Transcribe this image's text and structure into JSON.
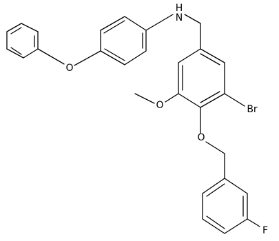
{
  "molecule": {
    "atoms": {
      "nitrogen": "N",
      "hydrogen": "H",
      "oxygen_phenoxy": "O",
      "oxygen_methoxy": "O",
      "oxygen_benzyloxy": "O",
      "bromine": "Br",
      "fluorine": "F"
    },
    "colors": {
      "bond": "#000000",
      "label": "#000000",
      "background": "#ffffff"
    }
  }
}
